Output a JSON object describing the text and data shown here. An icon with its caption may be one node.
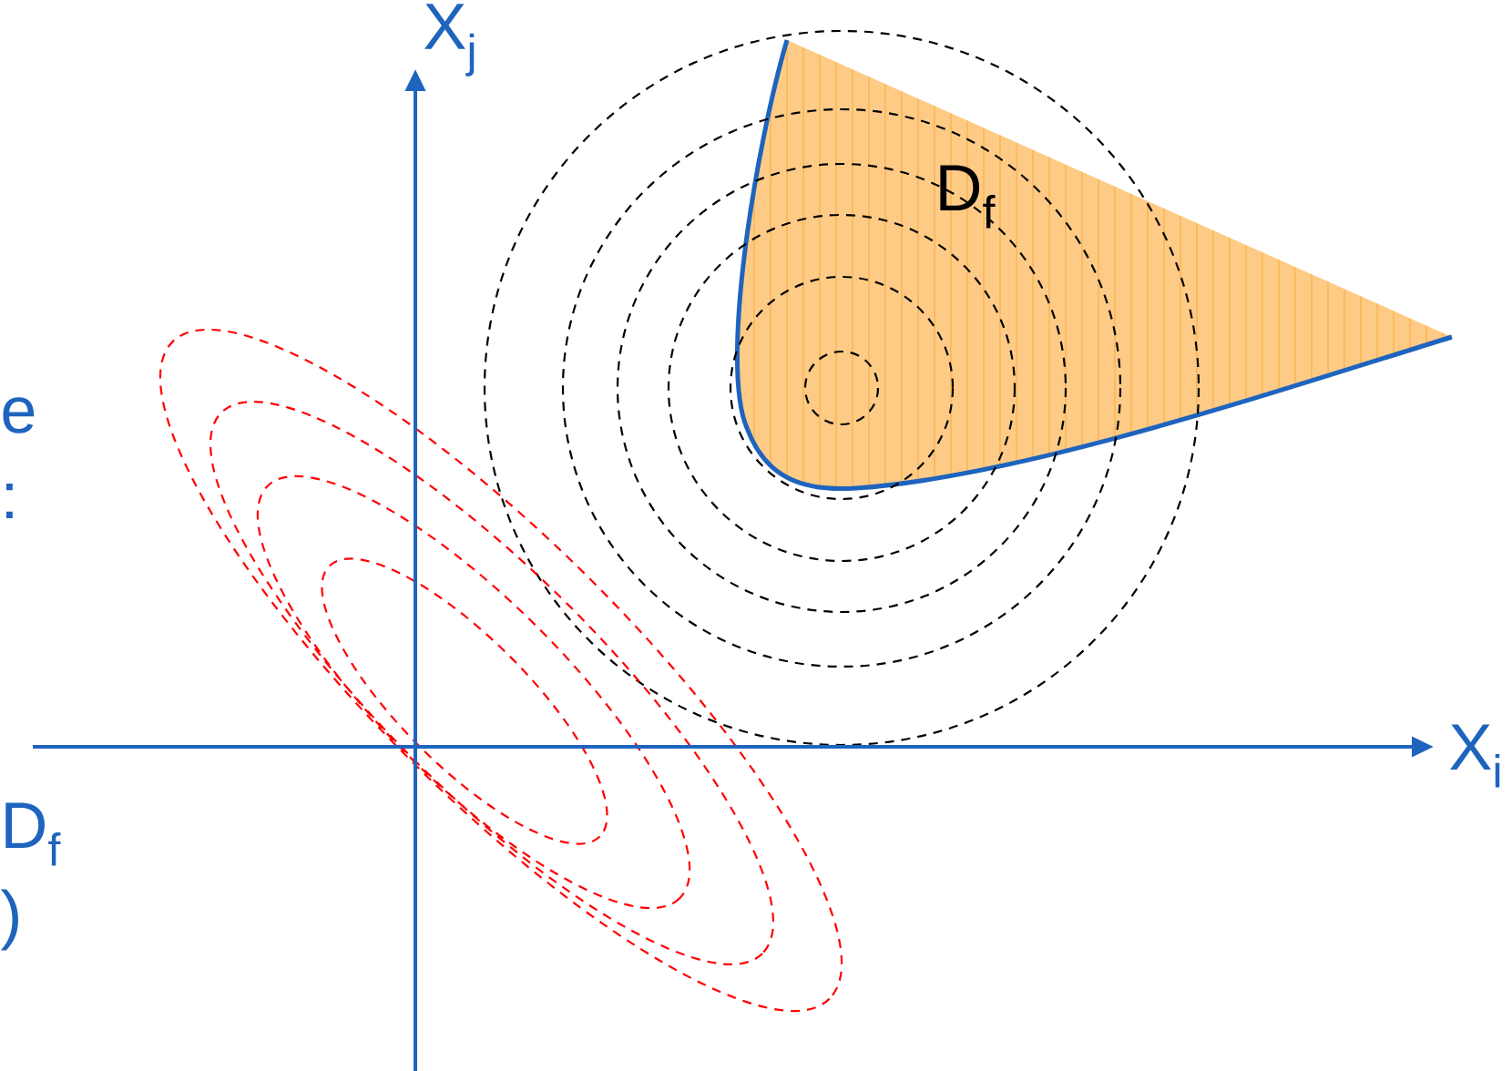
{
  "diagram": {
    "labels": [
      "X$_{j}$",
      "D$_{f}$",
      "e",
      ":",
      "X$_{i}$",
      "D$_{f}$",
      ")"
    ]
  }
}
